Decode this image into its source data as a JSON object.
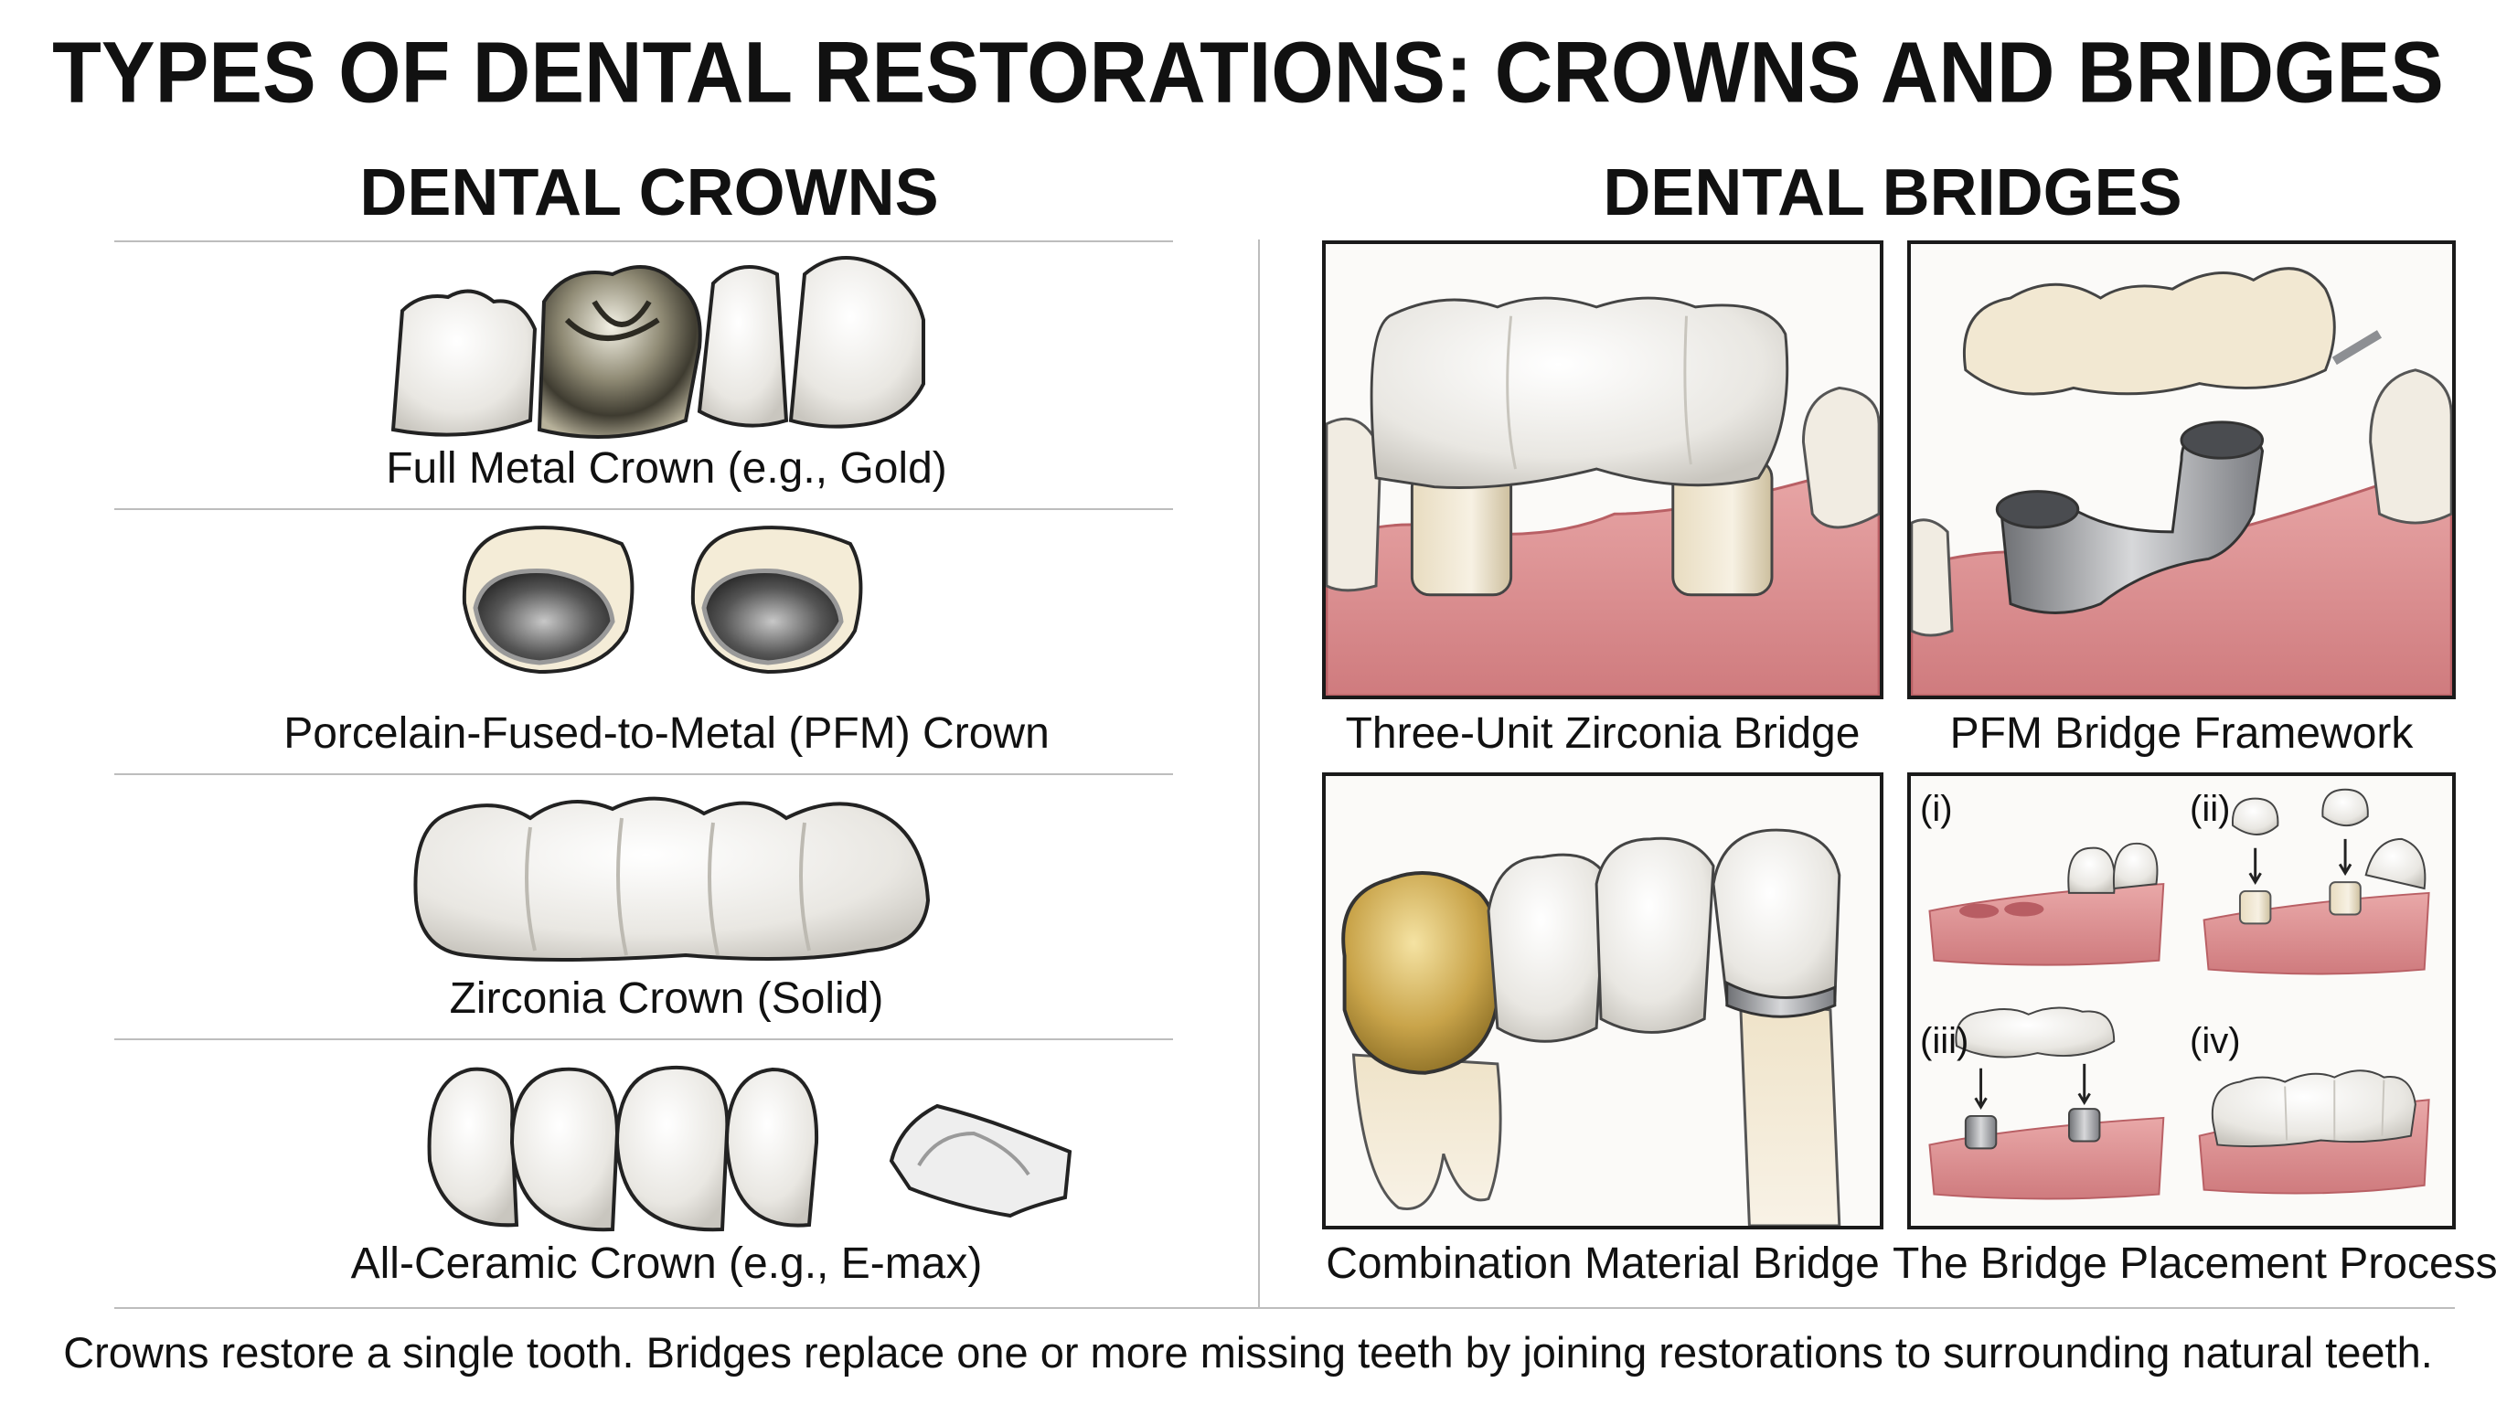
{
  "title": "TYPES OF DENTAL RESTORATIONS: CROWNS AND BRIDGES",
  "crowns": {
    "heading": "DENTAL CROWNS",
    "items": [
      {
        "label": "Full Metal Crown (e.g., Gold)"
      },
      {
        "label": "Porcelain-Fused-to-Metal (PFM) Crown"
      },
      {
        "label": "Zirconia Crown (Solid)"
      },
      {
        "label": "All-Ceramic Crown (e.g., E-max)"
      }
    ]
  },
  "bridges": {
    "heading": "DENTAL BRIDGES",
    "panels": [
      {
        "label": "Three-Unit Zirconia Bridge"
      },
      {
        "label": "PFM Bridge Framework"
      },
      {
        "label": "Combination Material Bridge"
      },
      {
        "label": "The Bridge Placement Process"
      }
    ],
    "steps": [
      "(i)",
      "(ii)",
      "(iii)",
      "(iv)"
    ]
  },
  "footer": "Crowns restore a single tooth. Bridges replace one or more missing teeth by joining restorations to surrounding natural teeth.",
  "colors": {
    "gum": "#e8a3a3",
    "gum_dark": "#c96f72",
    "porcelain": "#f3f1ec",
    "ivory": "#efe3c8",
    "metal": "#9a9ca0",
    "gold": "#c9a44a",
    "border": "#1a1a1a"
  }
}
